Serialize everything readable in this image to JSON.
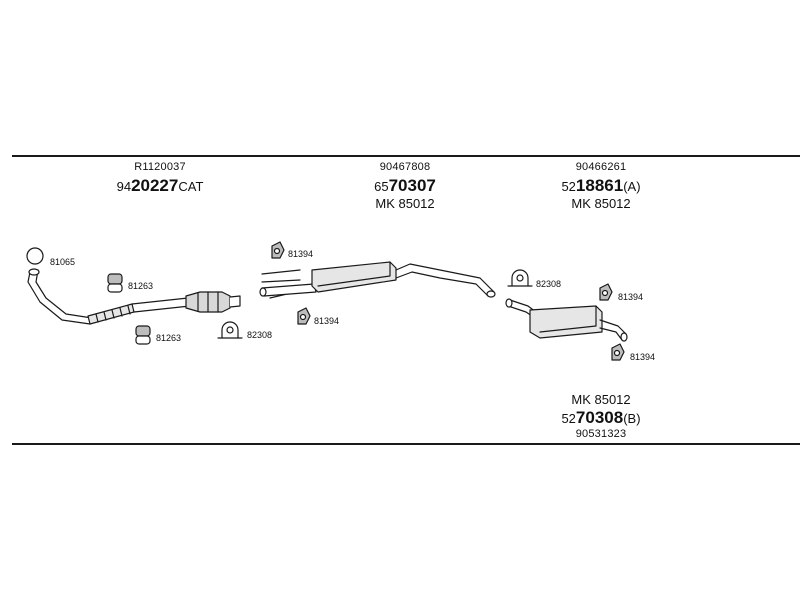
{
  "blocks": [
    {
      "top": "R1120037",
      "main_prefix": "94",
      "main_bold": "20227",
      "main_suffix": "CAT"
    },
    {
      "top": "90467808",
      "main_prefix": "65",
      "main_bold": "70307",
      "main_suffix": "",
      "bottom": "MK 85012"
    },
    {
      "top": "90466261",
      "main_prefix": "52",
      "main_bold": "18861",
      "main_suffix": "(A)",
      "bottom": "MK 85012"
    }
  ],
  "rear_block": {
    "top": "MK 85012",
    "main_prefix": "52",
    "main_bold": "70308",
    "main_suffix": "(B)",
    "bottom": "90531323"
  },
  "parts": {
    "ring_gasket": "81065",
    "gasket_upper": "81263",
    "gasket_lower": "81263",
    "clamp_front": "82308",
    "hanger_mid_upper": "81394",
    "hanger_mid_lower": "81394",
    "clamp_rear": "82308",
    "hanger_rear_upper": "81394",
    "hanger_rear_lower": "81394"
  },
  "colors": {
    "line": "#1a1a1a",
    "fill_light": "#e6e6e6",
    "fill_mid": "#bdbdbd"
  },
  "icons": [
    "ring-icon",
    "gasket-icon",
    "clamp-icon",
    "rubber-hanger-icon"
  ]
}
